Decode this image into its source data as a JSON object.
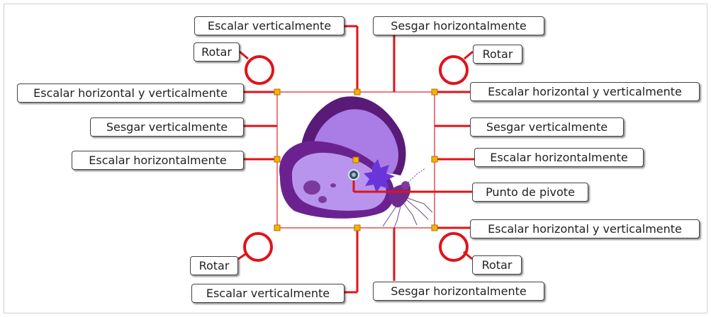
{
  "labels": {
    "scale_vertical": "Escalar verticalmente",
    "skew_horizontal": "Sesgar horizontalmente",
    "rotate": "Rotar",
    "scale_both": "Escalar horizontal y verticalmente",
    "skew_vertical": "Sesgar verticalmente",
    "scale_horizontal": "Escalar horizontalmente",
    "pivot_point": "Punto de pivote"
  },
  "colors": {
    "leader": "#e0131b",
    "handle": "#f5b400",
    "bbox": "#d9262a",
    "butterfly_dark": "#5a1a78",
    "butterfly_light": "#a97ce6"
  }
}
